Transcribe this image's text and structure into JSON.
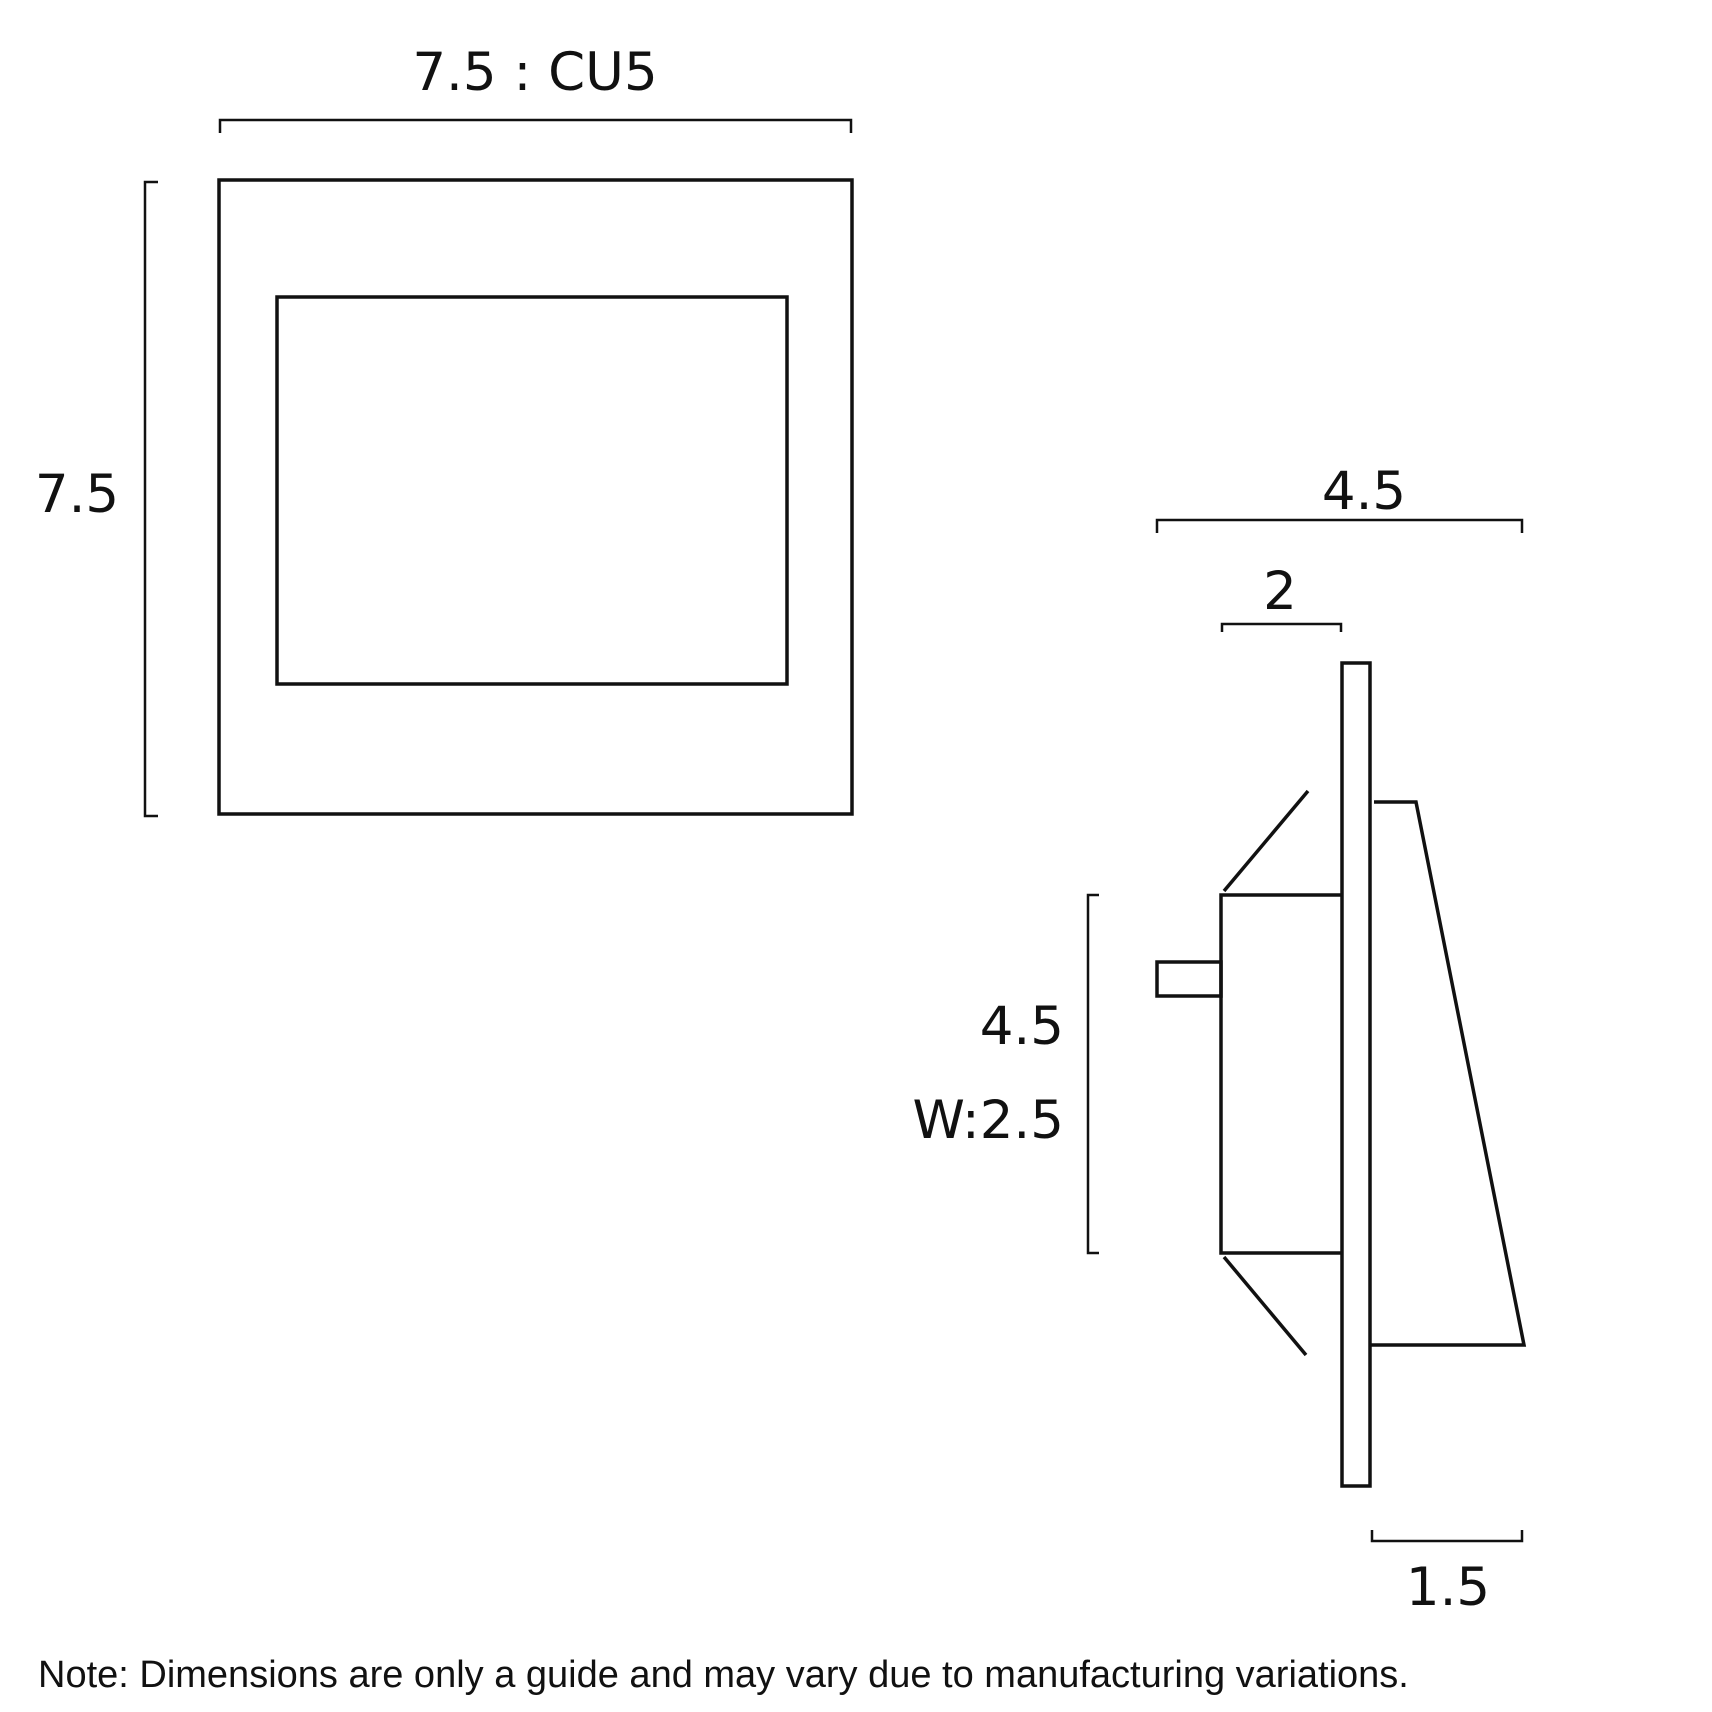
{
  "front_view": {
    "width_label": "7.5 : CU5",
    "height_label": "7.5"
  },
  "side_view": {
    "overall_depth_label": "4.5",
    "box_depth_label": "2",
    "box_height_label": "4.5",
    "box_width_label": "W:2.5",
    "face_depth_label": "1.5"
  },
  "note": "Note: Dimensions are only a guide and may vary due to manufacturing variations.",
  "colors": {
    "line": "#111111",
    "background": "#ffffff"
  }
}
